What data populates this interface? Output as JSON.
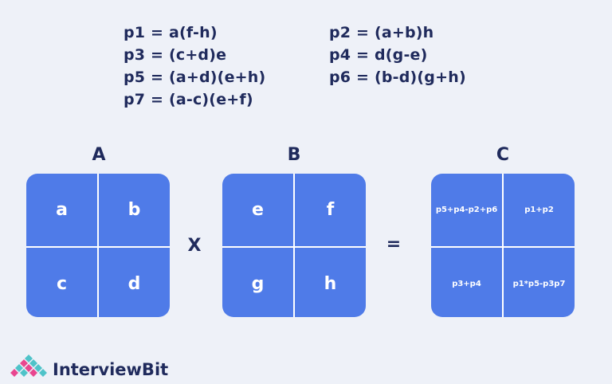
{
  "formulas": {
    "p1": "p1 = a(f-h)",
    "p2": "p2 = (a+b)h",
    "p3": "p3 = (c+d)e",
    "p4": "p4 = d(g-e)",
    "p5": "p5 = (a+d)(e+h)",
    "p6": "p6 = (b-d)(g+h)",
    "p7": "p7 = (a-c)(e+f)"
  },
  "matrix_a": {
    "label": "A",
    "cells": [
      "a",
      "b",
      "c",
      "d"
    ]
  },
  "matrix_b": {
    "label": "B",
    "cells": [
      "e",
      "f",
      "g",
      "h"
    ]
  },
  "matrix_c": {
    "label": "C",
    "cells": [
      "p5+p4-p2+p6",
      "p1+p2",
      "p3+p4",
      "p1*p5-p3p7"
    ]
  },
  "operators": {
    "multiply": "X",
    "equals": "="
  },
  "brand": {
    "name": "InterviewBit",
    "logo_icon": "interviewbit-logo-icon"
  },
  "colors": {
    "matrix_fill": "#4f7be8",
    "text": "#1f2a5c",
    "background": "#eef1f8",
    "logo_pink": "#e8468f",
    "logo_teal": "#4fc3c9"
  }
}
